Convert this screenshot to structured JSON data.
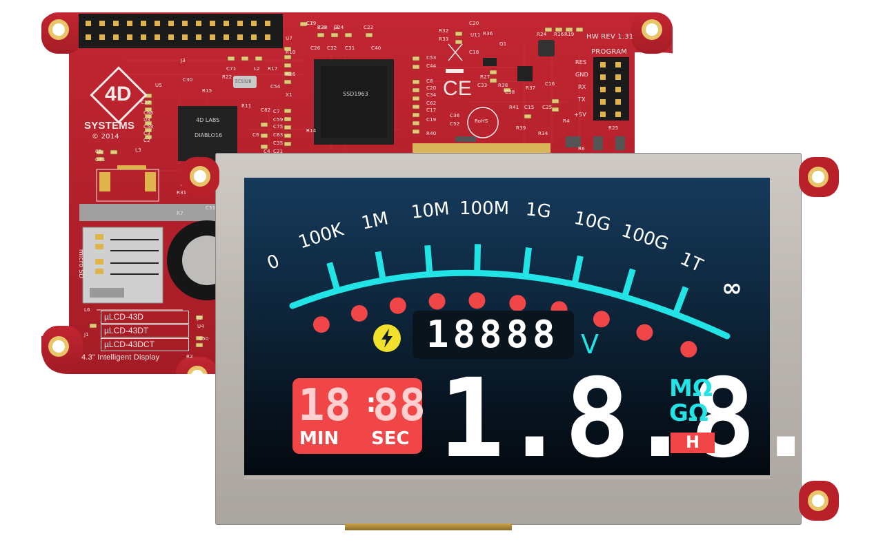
{
  "pcb": {
    "brand_top": "4D",
    "brand_name": "SYSTEMS",
    "copyright": "© 2014",
    "hw_rev": "HW REV 1.31",
    "program_label": "PROGRAM",
    "program_pins": [
      "RES",
      "GND",
      "RX",
      "TX",
      "+5V"
    ],
    "processor_line1": "4D LABS",
    "processor_line2": "DIABLO16",
    "controller_chip": "SSD1963",
    "microsd_label": "micro SD",
    "models": [
      "µLCD-43D",
      "µLCD-43DT",
      "µLCD-43DCT"
    ],
    "product_name": "4.3\" Intelligent Display",
    "crystal": "ECS32B",
    "ce_mark": "CE",
    "rohs": "RoHS",
    "component_labels": [
      "C1",
      "C39",
      "C24",
      "C22",
      "C20",
      "R32",
      "R33",
      "R36",
      "U7",
      "C26",
      "C32",
      "C31",
      "C40",
      "U11",
      "R24",
      "R16",
      "R19",
      "R18",
      "C53",
      "C44",
      "C18",
      "Q1",
      "C71",
      "L2",
      "R17",
      "R26",
      "R27",
      "C33",
      "R38",
      "R37",
      "C30",
      "U5",
      "R15",
      "R22",
      "C54",
      "X1",
      "C8",
      "C20",
      "C34",
      "C62",
      "C17",
      "C38",
      "C16",
      "C27",
      "R11",
      "C82",
      "C7",
      "C59",
      "C75",
      "C63",
      "C35",
      "C21",
      "C36",
      "C52",
      "C19",
      "R40",
      "R41",
      "C15",
      "C25",
      "R39",
      "R34",
      "R4",
      "R6",
      "C66",
      "U3",
      "C58",
      "C3",
      "C2",
      "C6",
      "C4",
      "C5",
      "C74",
      "L3",
      "R1",
      "R7",
      "C51",
      "J3",
      "R25",
      "R14",
      "J1",
      "J2",
      "U4",
      "C50",
      "R2",
      "R31",
      "L6",
      "C79",
      "R28",
      "J4"
    ]
  },
  "lcd": {
    "scale_labels": [
      "0",
      "100K",
      "1M",
      "10M",
      "100M",
      "1G",
      "10G",
      "100G",
      "1T",
      "∞"
    ],
    "voltage_digits": "18888",
    "voltage_unit": "V",
    "timer_min": "18",
    "timer_colon": ":",
    "timer_sec": "88",
    "timer_min_label": "MIN",
    "timer_sec_label": "SEC",
    "main_reading": "1.8.8.8",
    "unit_mega": "MΩ",
    "unit_giga": "GΩ",
    "hold_label": "H",
    "icon": "lightning-bolt-icon"
  },
  "colors": {
    "pcb_red": "#b8202a",
    "gauge_cyan": "#22e3e5",
    "marker_red": "#f04648",
    "bolt_yellow": "#f2e12c"
  }
}
